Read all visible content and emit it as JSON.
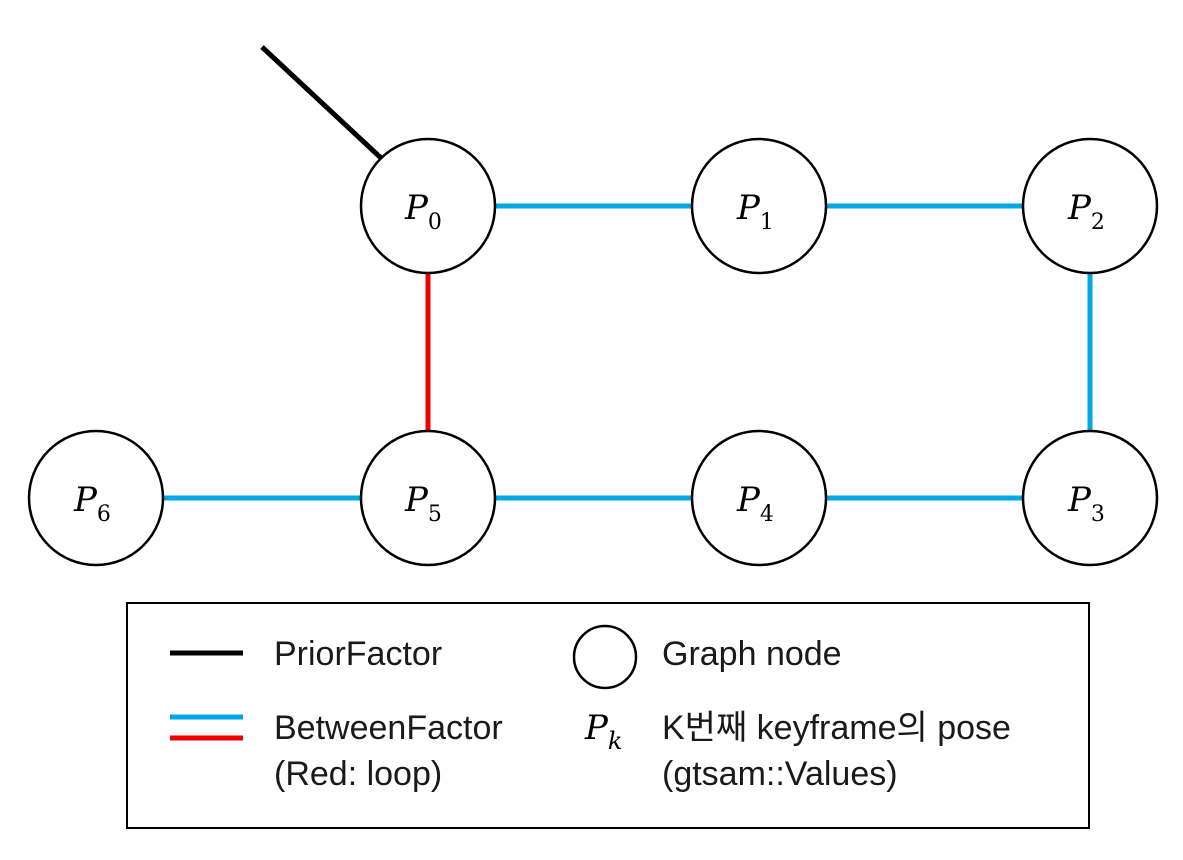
{
  "colors": {
    "prior": "#000000",
    "between": "#00a8e6",
    "loop": "#ee0000",
    "node_stroke": "#000000",
    "node_fill": "#ffffff"
  },
  "nodes": [
    {
      "id": "p0",
      "base": "P",
      "sub": "0"
    },
    {
      "id": "p1",
      "base": "P",
      "sub": "1"
    },
    {
      "id": "p2",
      "base": "P",
      "sub": "2"
    },
    {
      "id": "p3",
      "base": "P",
      "sub": "3"
    },
    {
      "id": "p4",
      "base": "P",
      "sub": "4"
    },
    {
      "id": "p5",
      "base": "P",
      "sub": "5"
    },
    {
      "id": "p6",
      "base": "P",
      "sub": "6"
    }
  ],
  "edges": [
    {
      "from": "prior",
      "to": "p0",
      "type": "prior"
    },
    {
      "from": "p0",
      "to": "p1",
      "type": "between"
    },
    {
      "from": "p1",
      "to": "p2",
      "type": "between"
    },
    {
      "from": "p2",
      "to": "p3",
      "type": "between"
    },
    {
      "from": "p3",
      "to": "p4",
      "type": "between"
    },
    {
      "from": "p4",
      "to": "p5",
      "type": "between"
    },
    {
      "from": "p5",
      "to": "p6",
      "type": "between"
    },
    {
      "from": "p0",
      "to": "p5",
      "type": "loop"
    }
  ],
  "legend": {
    "prior_label": "PriorFactor",
    "between_label_1": "BetweenFactor",
    "between_label_2": "(Red: loop)",
    "node_label": "Graph node",
    "pose_symbol_base": "P",
    "pose_symbol_sub": "k",
    "pose_label_1": "K번째 keyframe의 pose",
    "pose_label_2": "(gtsam::Values)"
  }
}
